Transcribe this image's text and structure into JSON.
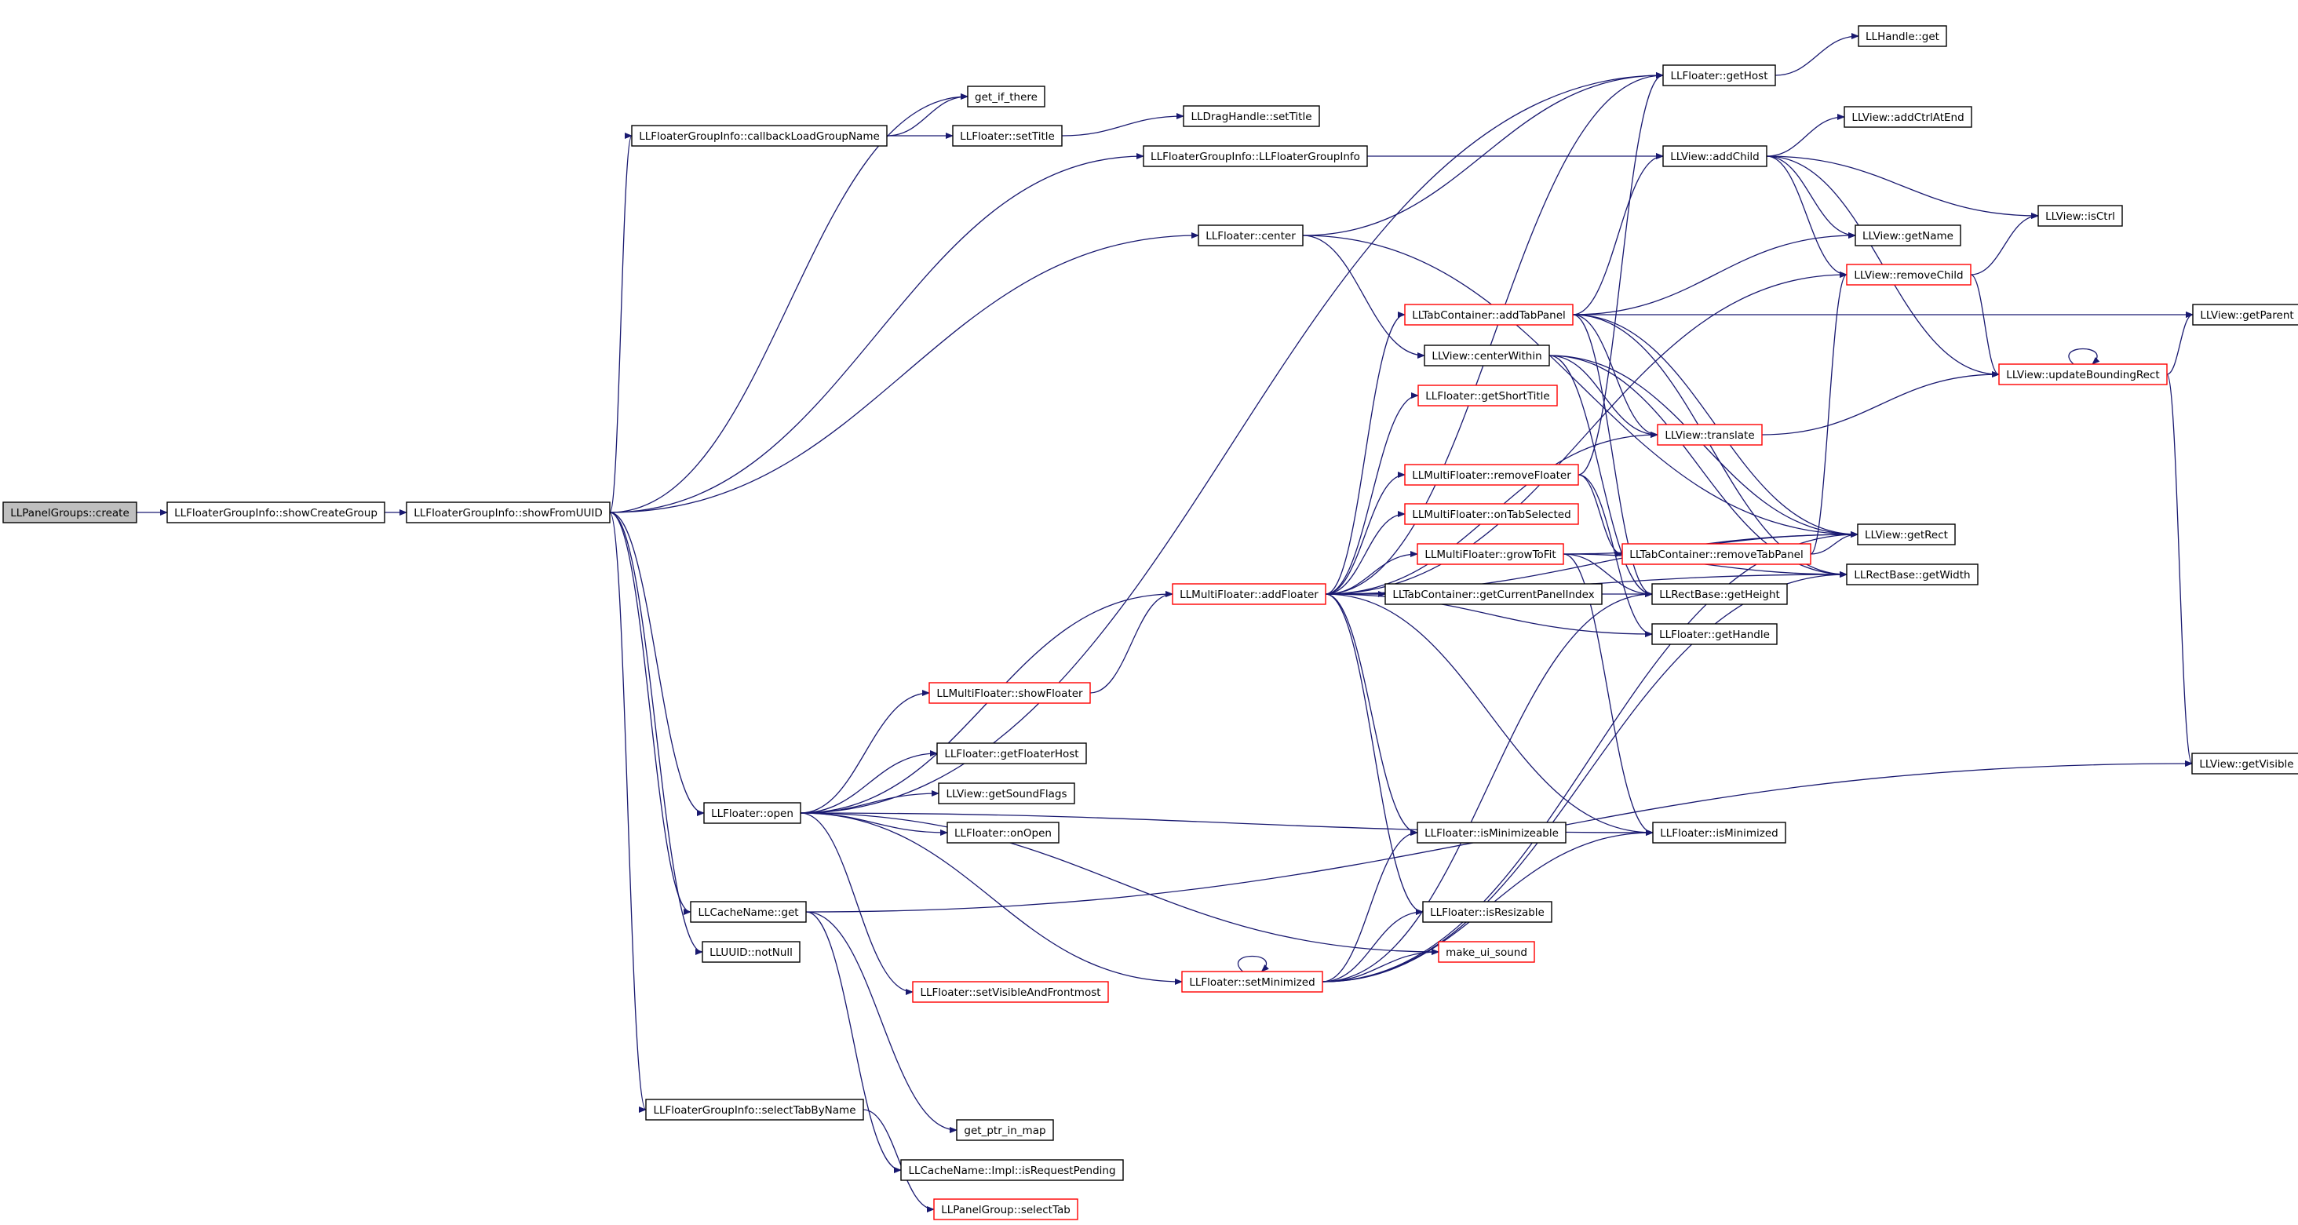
{
  "colors": {
    "edge": "#191970",
    "node_border": "#000000",
    "node_border_truncated": "#ff0000",
    "root_fill": "#bfbfbf",
    "node_fill": "#ffffff"
  },
  "nodes": [
    {
      "id": "panelgroups_create",
      "label": "LLPanelGroups::create",
      "kind": "root"
    },
    {
      "id": "fgi_showcreategroup",
      "label": "LLFloaterGroupInfo::showCreateGroup",
      "kind": "normal"
    },
    {
      "id": "fgi_showfromuuid",
      "label": "LLFloaterGroupInfo::showFromUUID",
      "kind": "normal"
    },
    {
      "id": "fgi_callbackloadgroupname",
      "label": "LLFloaterGroupInfo::callbackLoadGroupName",
      "kind": "normal"
    },
    {
      "id": "get_if_there",
      "label": "get_if_there",
      "kind": "normal"
    },
    {
      "id": "floater_settitle",
      "label": "LLFloater::setTitle",
      "kind": "normal"
    },
    {
      "id": "draghandle_settitle",
      "label": "LLDragHandle::setTitle",
      "kind": "normal"
    },
    {
      "id": "fgi_ctor",
      "label": "LLFloaterGroupInfo::LLFloaterGroupInfo",
      "kind": "normal"
    },
    {
      "id": "floater_center",
      "label": "LLFloater::center",
      "kind": "normal"
    },
    {
      "id": "floater_gethost",
      "label": "LLFloater::getHost",
      "kind": "normal"
    },
    {
      "id": "handle_get",
      "label": "LLHandle::get",
      "kind": "normal"
    },
    {
      "id": "view_addchild",
      "label": "LLView::addChild",
      "kind": "normal"
    },
    {
      "id": "view_addctrlatend",
      "label": "LLView::addCtrlAtEnd",
      "kind": "normal"
    },
    {
      "id": "view_getname",
      "label": "LLView::getName",
      "kind": "normal"
    },
    {
      "id": "view_isctrl",
      "label": "LLView::isCtrl",
      "kind": "normal"
    },
    {
      "id": "view_removechild",
      "label": "LLView::removeChild",
      "kind": "truncated"
    },
    {
      "id": "tab_addtabpanel",
      "label": "LLTabContainer::addTabPanel",
      "kind": "truncated"
    },
    {
      "id": "view_getparent",
      "label": "LLView::getParent",
      "kind": "normal"
    },
    {
      "id": "view_centerwithin",
      "label": "LLView::centerWithin",
      "kind": "normal"
    },
    {
      "id": "view_updateboundingrect",
      "label": "LLView::updateBoundingRect",
      "kind": "truncated"
    },
    {
      "id": "floater_getshorttitle",
      "label": "LLFloater::getShortTitle",
      "kind": "truncated"
    },
    {
      "id": "view_translate",
      "label": "LLView::translate",
      "kind": "truncated"
    },
    {
      "id": "multi_removefloater",
      "label": "LLMultiFloater::removeFloater",
      "kind": "truncated"
    },
    {
      "id": "multi_ontabselected",
      "label": "LLMultiFloater::onTabSelected",
      "kind": "truncated"
    },
    {
      "id": "view_getrect",
      "label": "LLView::getRect",
      "kind": "normal"
    },
    {
      "id": "multi_growtofit",
      "label": "LLMultiFloater::growToFit",
      "kind": "truncated"
    },
    {
      "id": "tab_removetabpanel",
      "label": "LLTabContainer::removeTabPanel",
      "kind": "truncated"
    },
    {
      "id": "rect_getwidth",
      "label": "LLRectBase::getWidth",
      "kind": "normal"
    },
    {
      "id": "multi_addfloater",
      "label": "LLMultiFloater::addFloater",
      "kind": "truncated"
    },
    {
      "id": "tab_getcurrentpanelindex",
      "label": "LLTabContainer::getCurrentPanelIndex",
      "kind": "normal"
    },
    {
      "id": "rect_getheight",
      "label": "LLRectBase::getHeight",
      "kind": "normal"
    },
    {
      "id": "floater_gethandle",
      "label": "LLFloater::getHandle",
      "kind": "normal"
    },
    {
      "id": "multi_showfloater",
      "label": "LLMultiFloater::showFloater",
      "kind": "truncated"
    },
    {
      "id": "floater_getfloaterhost",
      "label": "LLFloater::getFloaterHost",
      "kind": "normal"
    },
    {
      "id": "view_getvisible",
      "label": "LLView::getVisible",
      "kind": "normal"
    },
    {
      "id": "floater_open",
      "label": "LLFloater::open",
      "kind": "normal"
    },
    {
      "id": "view_getsoundflags",
      "label": "LLView::getSoundFlags",
      "kind": "normal"
    },
    {
      "id": "floater_onopen",
      "label": "LLFloater::onOpen",
      "kind": "normal"
    },
    {
      "id": "floater_isminimizeable",
      "label": "LLFloater::isMinimizeable",
      "kind": "normal"
    },
    {
      "id": "floater_isminimized",
      "label": "LLFloater::isMinimized",
      "kind": "normal"
    },
    {
      "id": "cachename_get",
      "label": "LLCacheName::get",
      "kind": "normal"
    },
    {
      "id": "floater_isresizable",
      "label": "LLFloater::isResizable",
      "kind": "normal"
    },
    {
      "id": "uuid_notnull",
      "label": "LLUUID::notNull",
      "kind": "normal"
    },
    {
      "id": "make_ui_sound",
      "label": "make_ui_sound",
      "kind": "truncated"
    },
    {
      "id": "floater_setminimized",
      "label": "LLFloater::setMinimized",
      "kind": "truncated"
    },
    {
      "id": "floater_setvisibleandfrontmost",
      "label": "LLFloater::setVisibleAndFrontmost",
      "kind": "truncated"
    },
    {
      "id": "fgi_selecttabbyname",
      "label": "LLFloaterGroupInfo::selectTabByName",
      "kind": "normal"
    },
    {
      "id": "get_ptr_in_map",
      "label": "get_ptr_in_map",
      "kind": "normal"
    },
    {
      "id": "cachename_impl_isrequestpending",
      "label": "LLCacheName::Impl::isRequestPending",
      "kind": "normal"
    },
    {
      "id": "panelgroup_selecttab",
      "label": "LLPanelGroup::selectTab",
      "kind": "truncated"
    }
  ],
  "edges": [
    [
      "panelgroups_create",
      "fgi_showcreategroup"
    ],
    [
      "fgi_showcreategroup",
      "fgi_showfromuuid"
    ],
    [
      "fgi_showfromuuid",
      "get_if_there"
    ],
    [
      "fgi_showfromuuid",
      "fgi_callbackloadgroupname"
    ],
    [
      "fgi_showfromuuid",
      "fgi_ctor"
    ],
    [
      "fgi_showfromuuid",
      "floater_center"
    ],
    [
      "fgi_showfromuuid",
      "floater_open"
    ],
    [
      "fgi_showfromuuid",
      "cachename_get"
    ],
    [
      "fgi_showfromuuid",
      "uuid_notnull"
    ],
    [
      "fgi_showfromuuid",
      "fgi_selecttabbyname"
    ],
    [
      "fgi_callbackloadgroupname",
      "get_if_there"
    ],
    [
      "fgi_callbackloadgroupname",
      "floater_settitle"
    ],
    [
      "floater_settitle",
      "draghandle_settitle"
    ],
    [
      "fgi_ctor",
      "view_addchild"
    ],
    [
      "floater_center",
      "floater_gethost"
    ],
    [
      "floater_center",
      "view_centerwithin"
    ],
    [
      "floater_center",
      "view_getrect"
    ],
    [
      "floater_gethost",
      "handle_get"
    ],
    [
      "view_addchild",
      "view_addctrlatend"
    ],
    [
      "view_addchild",
      "view_getname"
    ],
    [
      "view_addchild",
      "view_isctrl"
    ],
    [
      "view_addchild",
      "view_removechild"
    ],
    [
      "view_addchild",
      "view_updateboundingrect"
    ],
    [
      "view_removechild",
      "view_isctrl"
    ],
    [
      "view_removechild",
      "view_updateboundingrect"
    ],
    [
      "tab_addtabpanel",
      "view_addchild"
    ],
    [
      "tab_addtabpanel",
      "view_getname"
    ],
    [
      "tab_addtabpanel",
      "view_getparent"
    ],
    [
      "tab_addtabpanel",
      "view_translate"
    ],
    [
      "tab_addtabpanel",
      "view_getrect"
    ],
    [
      "tab_addtabpanel",
      "rect_getwidth"
    ],
    [
      "tab_addtabpanel",
      "rect_getheight"
    ],
    [
      "view_centerwithin",
      "view_translate"
    ],
    [
      "view_centerwithin",
      "view_getrect"
    ],
    [
      "view_centerwithin",
      "rect_getwidth"
    ],
    [
      "view_centerwithin",
      "rect_getheight"
    ],
    [
      "view_updateboundingrect",
      "view_updateboundingrect"
    ],
    [
      "view_updateboundingrect",
      "view_getparent"
    ],
    [
      "view_updateboundingrect",
      "view_getvisible"
    ],
    [
      "view_translate",
      "view_updateboundingrect"
    ],
    [
      "multi_removefloater",
      "floater_gethost"
    ],
    [
      "multi_removefloater",
      "tab_removetabpanel"
    ],
    [
      "multi_removefloater",
      "floater_gethandle"
    ],
    [
      "multi_growtofit",
      "view_getrect"
    ],
    [
      "multi_growtofit",
      "rect_getwidth"
    ],
    [
      "multi_growtofit",
      "rect_getheight"
    ],
    [
      "multi_growtofit",
      "floater_isminimized"
    ],
    [
      "tab_removetabpanel",
      "view_removechild"
    ],
    [
      "tab_removetabpanel",
      "view_getrect"
    ],
    [
      "multi_addfloater",
      "floater_gethost"
    ],
    [
      "multi_addfloater",
      "view_removechild"
    ],
    [
      "multi_addfloater",
      "tab_addtabpanel"
    ],
    [
      "multi_addfloater",
      "floater_getshorttitle"
    ],
    [
      "multi_addfloater",
      "multi_removefloater"
    ],
    [
      "multi_addfloater",
      "multi_ontabselected"
    ],
    [
      "multi_addfloater",
      "multi_growtofit"
    ],
    [
      "multi_addfloater",
      "tab_getcurrentpanelindex"
    ],
    [
      "multi_addfloater",
      "rect_getheight"
    ],
    [
      "multi_addfloater",
      "floater_gethandle"
    ],
    [
      "multi_addfloater",
      "view_getrect"
    ],
    [
      "multi_addfloater",
      "rect_getwidth"
    ],
    [
      "multi_addfloater",
      "floater_isminimizeable"
    ],
    [
      "multi_addfloater",
      "floater_isminimized"
    ],
    [
      "multi_addfloater",
      "floater_isresizable"
    ],
    [
      "multi_addfloater",
      "view_translate"
    ],
    [
      "multi_showfloater",
      "multi_addfloater"
    ],
    [
      "floater_open",
      "floater_gethost"
    ],
    [
      "floater_open",
      "multi_addfloater"
    ],
    [
      "floater_open",
      "multi_showfloater"
    ],
    [
      "floater_open",
      "floater_getfloaterhost"
    ],
    [
      "floater_open",
      "view_getsoundflags"
    ],
    [
      "floater_open",
      "floater_onopen"
    ],
    [
      "floater_open",
      "floater_isminimized"
    ],
    [
      "floater_open",
      "make_ui_sound"
    ],
    [
      "floater_open",
      "floater_setminimized"
    ],
    [
      "floater_open",
      "floater_setvisibleandfrontmost"
    ],
    [
      "cachename_get",
      "cachename_impl_isrequestpending"
    ],
    [
      "cachename_get",
      "get_ptr_in_map"
    ],
    [
      "cachename_get",
      "view_getvisible"
    ],
    [
      "floater_setminimized",
      "floater_setminimized"
    ],
    [
      "floater_setminimized",
      "floater_isminimizeable"
    ],
    [
      "floater_setminimized",
      "floater_isresizable"
    ],
    [
      "floater_setminimized",
      "make_ui_sound"
    ],
    [
      "floater_setminimized",
      "floater_isminimized"
    ],
    [
      "floater_setminimized",
      "rect_getheight"
    ],
    [
      "floater_setminimized",
      "view_getrect"
    ],
    [
      "floater_setminimized",
      "rect_getwidth"
    ],
    [
      "fgi_selecttabbyname",
      "panelgroup_selecttab"
    ]
  ]
}
